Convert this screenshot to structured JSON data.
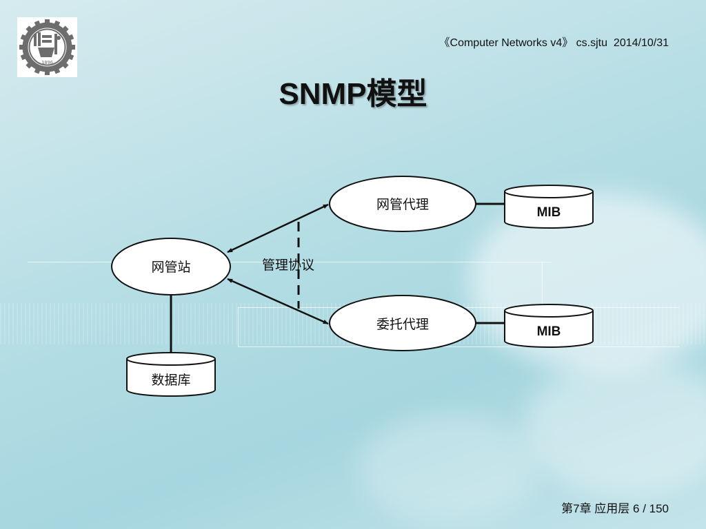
{
  "header": {
    "course": "《Computer Networks v4》 cs.sjtu  2014/10/31"
  },
  "title": "SNMP模型",
  "logo": {
    "icon": "university-seal-icon",
    "year": "1896"
  },
  "diagram": {
    "station": "网管站",
    "database": "数据库",
    "agent": "网管代理",
    "proxy": "委托代理",
    "protocol": "管理协议",
    "mib_top": "MIB",
    "mib_bottom": "MIB"
  },
  "footer": {
    "page": "第7章 应用层 6 / 150"
  }
}
